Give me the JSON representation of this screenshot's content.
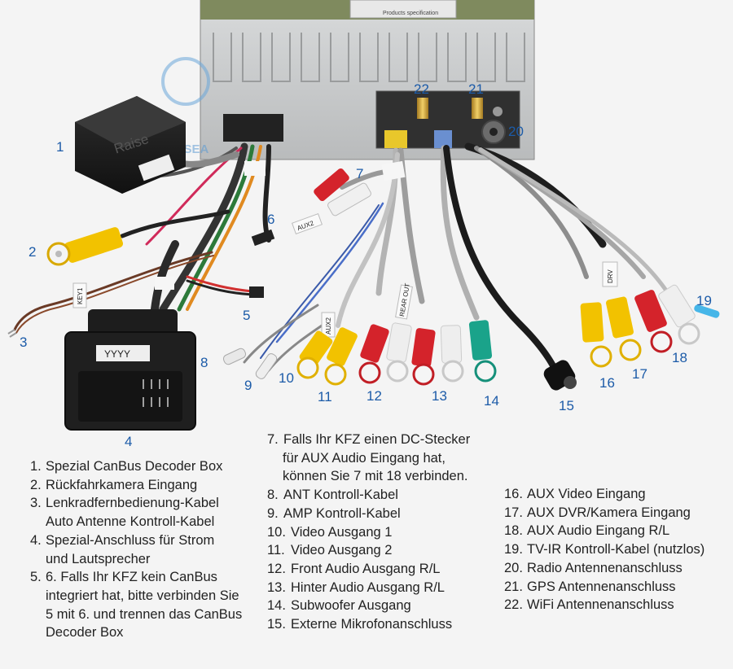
{
  "colors": {
    "accent_blue": "#1c5ba8",
    "rca_yellow": "#f2c200",
    "rca_red": "#d4232b",
    "rca_white": "#f2f2f2",
    "rca_green": "#1aa38a",
    "cable_grey": "#b8b8b8",
    "cable_black": "#1b1b1b",
    "chassis": "#c9cbcc"
  },
  "diagram": {
    "decoder_brand": "Raise",
    "watermark": "KINGSEA",
    "plug_label": "YYYY",
    "connector_tags": {
      "tag_a": "AUX2",
      "tag_b": "KEY1",
      "tag_c": "AUX2",
      "tag_d": "REAR OUT",
      "tag_e": "DRV"
    },
    "product_label": "Products specification",
    "callouts": [
      "1",
      "2",
      "3",
      "4",
      "5",
      "6",
      "7",
      "8",
      "9",
      "10",
      "11",
      "12",
      "13",
      "14",
      "15",
      "16",
      "17",
      "18",
      "19",
      "20",
      "21",
      "22"
    ]
  },
  "legend": {
    "col1": [
      {
        "n": "1.",
        "lines": [
          "Spezial CanBus Decoder Box"
        ]
      },
      {
        "n": "2.",
        "lines": [
          "Rückfahrkamera Eingang"
        ]
      },
      {
        "n": "3.",
        "lines": [
          "Lenkradfernbedienung-Kabel",
          "Auto Antenne Kontroll-Kabel"
        ]
      },
      {
        "n": "4.",
        "lines": [
          "Spezial-Anschluss für Strom",
          "und Lautsprecher"
        ]
      },
      {
        "n": "5.",
        "lines": [
          "6. Falls Ihr KFZ kein CanBus",
          "integriert hat, bitte verbinden Sie",
          "5 mit 6. und trennen das CanBus",
          "Decoder Box"
        ]
      }
    ],
    "col2": [
      {
        "n": "7.",
        "lines": [
          "Falls Ihr KFZ einen DC-Stecker",
          "für AUX Audio Eingang hat,",
          "können Sie 7 mit 18 verbinden."
        ]
      },
      {
        "n": "8.",
        "lines": [
          "ANT Kontroll-Kabel"
        ]
      },
      {
        "n": "9.",
        "lines": [
          "AMP Kontroll-Kabel"
        ]
      },
      {
        "n": "10.",
        "lines": [
          "Video Ausgang 1"
        ]
      },
      {
        "n": "11.",
        "lines": [
          "Video Ausgang 2"
        ]
      },
      {
        "n": "12.",
        "lines": [
          "Front Audio Ausgang R/L"
        ]
      },
      {
        "n": "13.",
        "lines": [
          "Hinter Audio Ausgang R/L"
        ]
      },
      {
        "n": "14.",
        "lines": [
          "Subwoofer Ausgang"
        ]
      },
      {
        "n": "15.",
        "lines": [
          "Externe Mikrofonanschluss"
        ]
      }
    ],
    "col3": [
      {
        "n": "16.",
        "lines": [
          "AUX Video Eingang"
        ]
      },
      {
        "n": "17.",
        "lines": [
          "AUX DVR/Kamera Eingang"
        ]
      },
      {
        "n": "18.",
        "lines": [
          "AUX Audio Eingang R/L"
        ]
      },
      {
        "n": "19.",
        "lines": [
          "TV-IR Kontroll-Kabel (nutzlos)"
        ]
      },
      {
        "n": "20.",
        "lines": [
          "Radio Antennenanschluss"
        ]
      },
      {
        "n": "21.",
        "lines": [
          "GPS Antennenanschluss"
        ]
      },
      {
        "n": "22.",
        "lines": [
          "WiFi Antennenanschluss"
        ]
      }
    ]
  }
}
